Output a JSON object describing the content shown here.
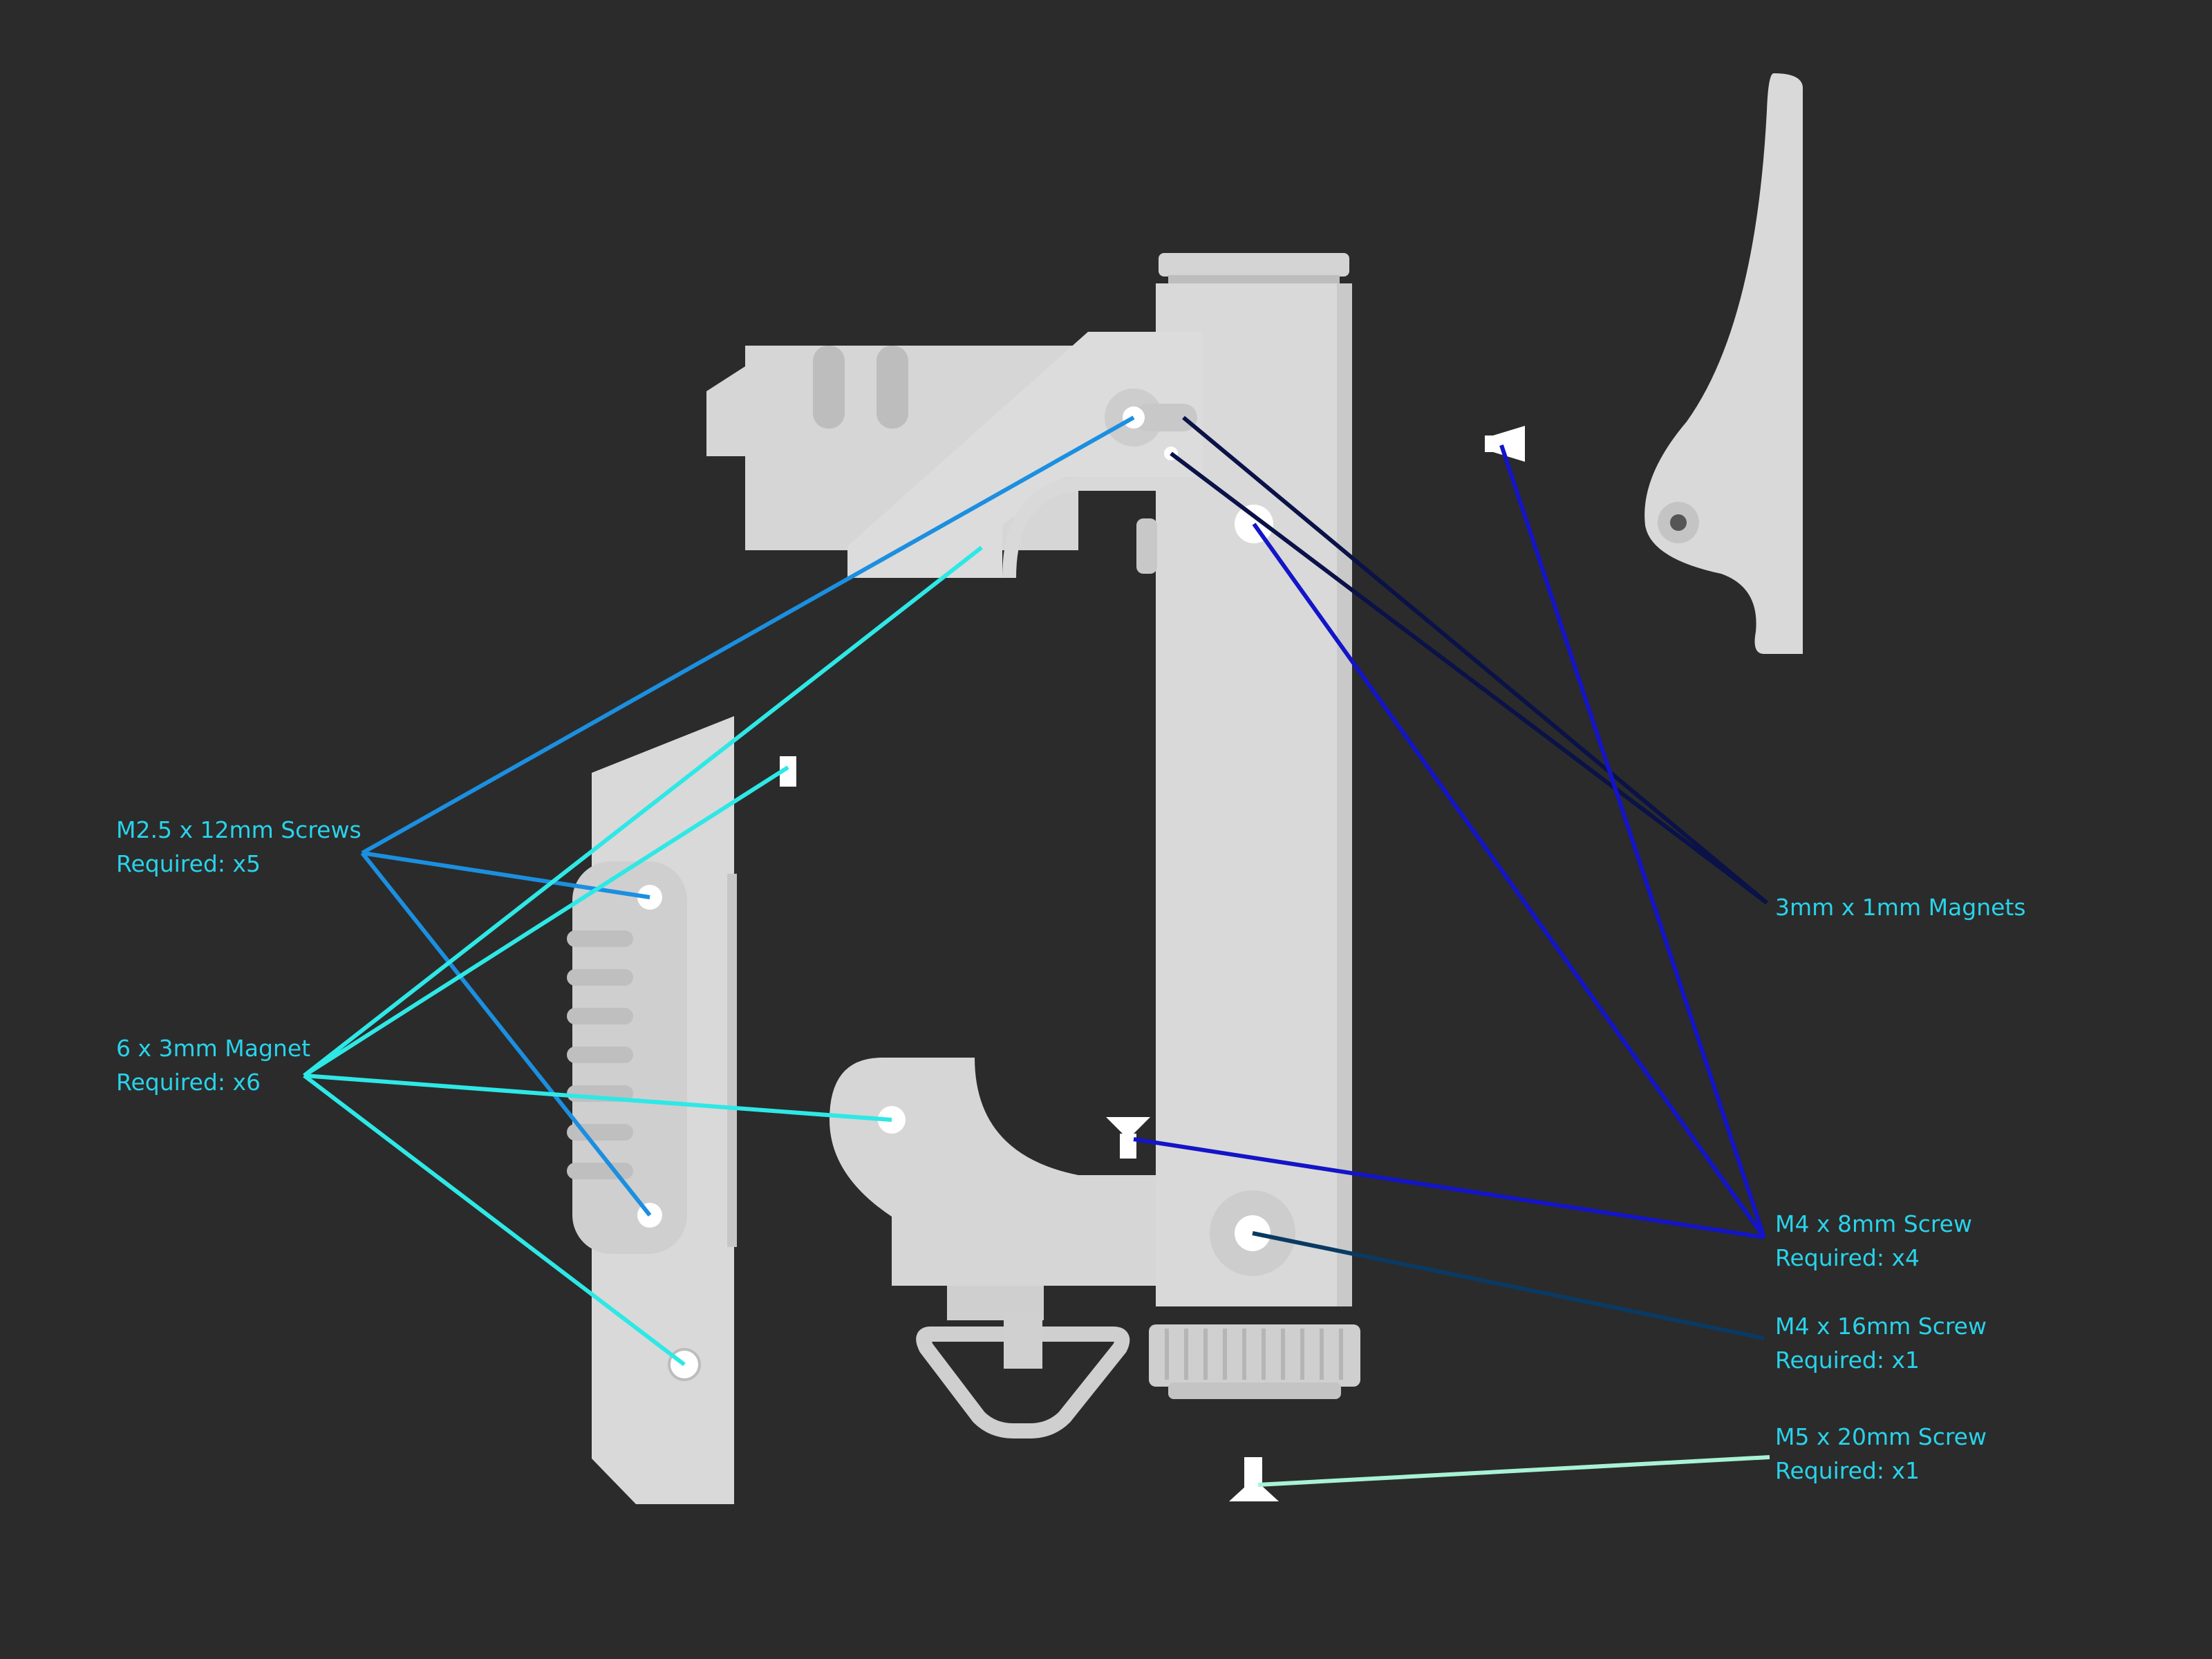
{
  "colors": {
    "background": "#2b2b2b",
    "part": "#d9d9d9",
    "part_shade": "#c4c4c4",
    "part_dark": "#b3b3b3",
    "hole": "#ffffff",
    "label_text": "#29d3ea"
  },
  "labels": {
    "m25_screws": {
      "name": "M2.5 x 12mm Screws",
      "qty": "Required: x5",
      "color": "#1b8fe0"
    },
    "magnet_6x3": {
      "name": "6 x 3mm Magnet",
      "qty": "Required: x6",
      "color": "#2ee8e6"
    },
    "magnets_3x1": {
      "name": "3mm x 1mm Magnets",
      "qty": "",
      "color": "#0a1248"
    },
    "m4_8mm": {
      "name": "M4 x 8mm Screw",
      "qty": "Required: x4",
      "color": "#1414c8"
    },
    "m4_16mm": {
      "name": "M4 x 16mm Screw",
      "qty": "Required: x1",
      "color": "#0a3a63"
    },
    "m5_20mm": {
      "name": "M5 x 20mm Screw",
      "qty": "Required: x1",
      "color": "#a8f2d6"
    }
  }
}
